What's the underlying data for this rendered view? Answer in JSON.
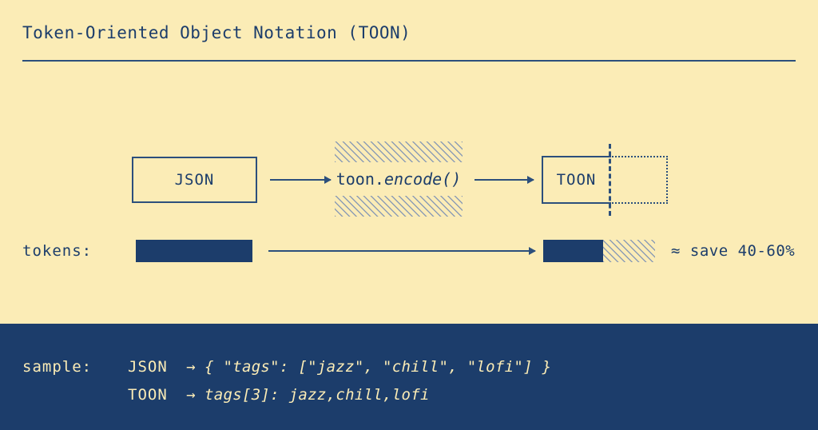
{
  "header": {
    "title": "Token-Oriented Object Notation (TOON)"
  },
  "flow": {
    "source_label": "JSON",
    "encode_prefix": "toon.",
    "encode_call": "encode()",
    "target_label": "TOON",
    "arrow_glyph": "",
    "savings_note": "≈ save 40-60%"
  },
  "tokens": {
    "label": "tokens:"
  },
  "sample": {
    "label": "sample:",
    "rows": [
      {
        "kind": "JSON",
        "arrow": "→",
        "value": "{ \"tags\": [\"jazz\", \"chill\", \"lofi\"] }"
      },
      {
        "kind": "TOON",
        "arrow": "→",
        "value": "tags[3]: jazz,chill,lofi"
      }
    ]
  },
  "colors": {
    "background": "#fbecb6",
    "ink": "#1c3d6b",
    "rule": "#2c4f7c",
    "hatch": "#8d9db5",
    "panel_text": "#fbecb6"
  }
}
